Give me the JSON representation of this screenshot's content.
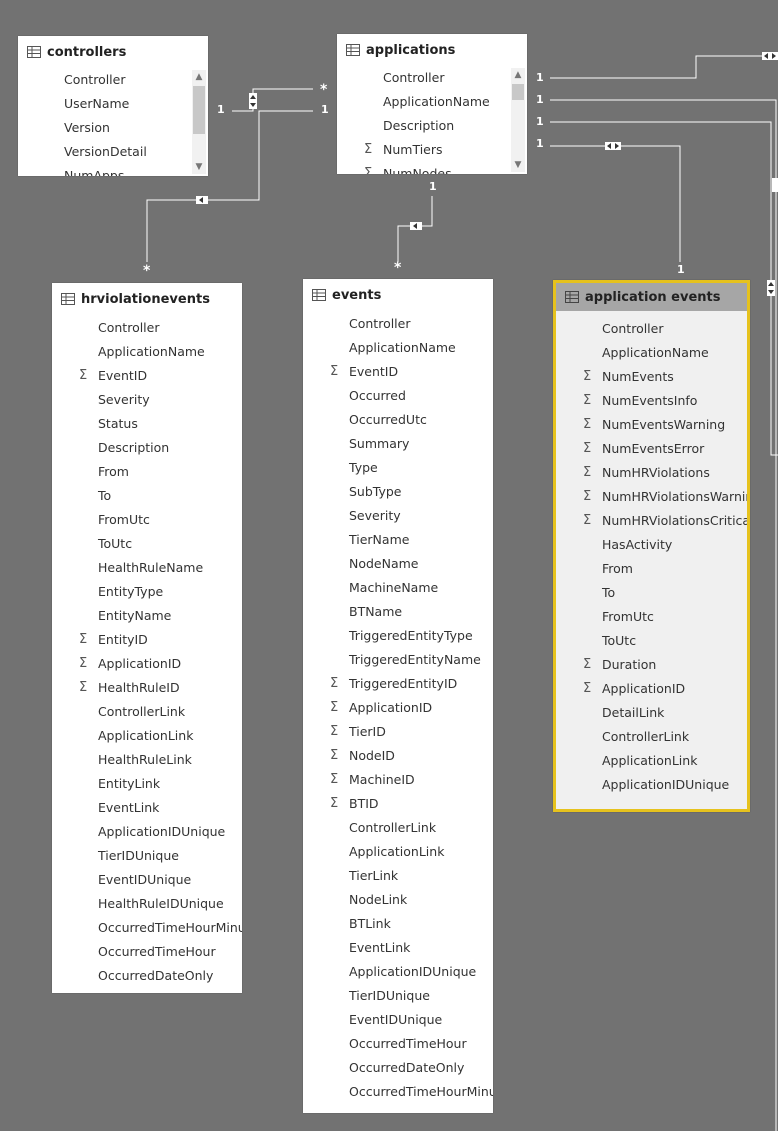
{
  "colors": {
    "canvas": "#727272",
    "line": "#ffffff",
    "selected_border": "#e6c21d",
    "selected_header": "#a6a6a6"
  },
  "tables": {
    "controllers": {
      "title": "controllers",
      "fields": [
        {
          "name": "Controller",
          "sum": false
        },
        {
          "name": "UserName",
          "sum": false
        },
        {
          "name": "Version",
          "sum": false
        },
        {
          "name": "VersionDetail",
          "sum": false
        },
        {
          "name": "NumApps",
          "sum": false
        }
      ]
    },
    "applications": {
      "title": "applications",
      "fields": [
        {
          "name": "Controller",
          "sum": false
        },
        {
          "name": "ApplicationName",
          "sum": false
        },
        {
          "name": "Description",
          "sum": false
        },
        {
          "name": "NumTiers",
          "sum": true
        },
        {
          "name": "NumNodes",
          "sum": true
        }
      ]
    },
    "hrviolationevents": {
      "title": "hrviolationevents",
      "fields": [
        {
          "name": "Controller",
          "sum": false
        },
        {
          "name": "ApplicationName",
          "sum": false
        },
        {
          "name": "EventID",
          "sum": true
        },
        {
          "name": "Severity",
          "sum": false
        },
        {
          "name": "Status",
          "sum": false
        },
        {
          "name": "Description",
          "sum": false
        },
        {
          "name": "From",
          "sum": false
        },
        {
          "name": "To",
          "sum": false
        },
        {
          "name": "FromUtc",
          "sum": false
        },
        {
          "name": "ToUtc",
          "sum": false
        },
        {
          "name": "HealthRuleName",
          "sum": false
        },
        {
          "name": "EntityType",
          "sum": false
        },
        {
          "name": "EntityName",
          "sum": false
        },
        {
          "name": "EntityID",
          "sum": true
        },
        {
          "name": "ApplicationID",
          "sum": true
        },
        {
          "name": "HealthRuleID",
          "sum": true
        },
        {
          "name": "ControllerLink",
          "sum": false
        },
        {
          "name": "ApplicationLink",
          "sum": false
        },
        {
          "name": "HealthRuleLink",
          "sum": false
        },
        {
          "name": "EntityLink",
          "sum": false
        },
        {
          "name": "EventLink",
          "sum": false
        },
        {
          "name": "ApplicationIDUnique",
          "sum": false
        },
        {
          "name": "TierIDUnique",
          "sum": false
        },
        {
          "name": "EventIDUnique",
          "sum": false
        },
        {
          "name": "HealthRuleIDUnique",
          "sum": false
        },
        {
          "name": "OccurredTimeHourMinute",
          "sum": false
        },
        {
          "name": "OccurredTimeHour",
          "sum": false
        },
        {
          "name": "OccurredDateOnly",
          "sum": false
        }
      ]
    },
    "events": {
      "title": "events",
      "fields": [
        {
          "name": "Controller",
          "sum": false
        },
        {
          "name": "ApplicationName",
          "sum": false
        },
        {
          "name": "EventID",
          "sum": true
        },
        {
          "name": "Occurred",
          "sum": false
        },
        {
          "name": "OccurredUtc",
          "sum": false
        },
        {
          "name": "Summary",
          "sum": false
        },
        {
          "name": "Type",
          "sum": false
        },
        {
          "name": "SubType",
          "sum": false
        },
        {
          "name": "Severity",
          "sum": false
        },
        {
          "name": "TierName",
          "sum": false
        },
        {
          "name": "NodeName",
          "sum": false
        },
        {
          "name": "MachineName",
          "sum": false
        },
        {
          "name": "BTName",
          "sum": false
        },
        {
          "name": "TriggeredEntityType",
          "sum": false
        },
        {
          "name": "TriggeredEntityName",
          "sum": false
        },
        {
          "name": "TriggeredEntityID",
          "sum": true
        },
        {
          "name": "ApplicationID",
          "sum": true
        },
        {
          "name": "TierID",
          "sum": true
        },
        {
          "name": "NodeID",
          "sum": true
        },
        {
          "name": "MachineID",
          "sum": true
        },
        {
          "name": "BTID",
          "sum": true
        },
        {
          "name": "ControllerLink",
          "sum": false
        },
        {
          "name": "ApplicationLink",
          "sum": false
        },
        {
          "name": "TierLink",
          "sum": false
        },
        {
          "name": "NodeLink",
          "sum": false
        },
        {
          "name": "BTLink",
          "sum": false
        },
        {
          "name": "EventLink",
          "sum": false
        },
        {
          "name": "ApplicationIDUnique",
          "sum": false
        },
        {
          "name": "TierIDUnique",
          "sum": false
        },
        {
          "name": "EventIDUnique",
          "sum": false
        },
        {
          "name": "OccurredTimeHour",
          "sum": false
        },
        {
          "name": "OccurredDateOnly",
          "sum": false
        },
        {
          "name": "OccurredTimeHourMinute",
          "sum": false
        }
      ]
    },
    "application_events": {
      "title": "application events",
      "fields": [
        {
          "name": "Controller",
          "sum": false
        },
        {
          "name": "ApplicationName",
          "sum": false
        },
        {
          "name": "NumEvents",
          "sum": true
        },
        {
          "name": "NumEventsInfo",
          "sum": true
        },
        {
          "name": "NumEventsWarning",
          "sum": true
        },
        {
          "name": "NumEventsError",
          "sum": true
        },
        {
          "name": "NumHRViolations",
          "sum": true
        },
        {
          "name": "NumHRViolationsWarning",
          "sum": true
        },
        {
          "name": "NumHRViolationsCritical",
          "sum": true
        },
        {
          "name": "HasActivity",
          "sum": false
        },
        {
          "name": "From",
          "sum": false
        },
        {
          "name": "To",
          "sum": false
        },
        {
          "name": "FromUtc",
          "sum": false
        },
        {
          "name": "ToUtc",
          "sum": false
        },
        {
          "name": "Duration",
          "sum": true
        },
        {
          "name": "ApplicationID",
          "sum": true
        },
        {
          "name": "DetailLink",
          "sum": false
        },
        {
          "name": "ControllerLink",
          "sum": false
        },
        {
          "name": "ApplicationLink",
          "sum": false
        },
        {
          "name": "ApplicationIDUnique",
          "sum": false
        }
      ]
    }
  },
  "cardinality": {
    "ctrl_app_one_left": "1",
    "ctrl_app_many": "*",
    "ctrl_app_one_right": "1",
    "app_out_1": "1",
    "app_out_2": "1",
    "app_out_3": "1",
    "app_out_4": "1",
    "hrv_many": "*",
    "app_events_one": "1",
    "events_many": "*",
    "appevents_one": "1"
  }
}
